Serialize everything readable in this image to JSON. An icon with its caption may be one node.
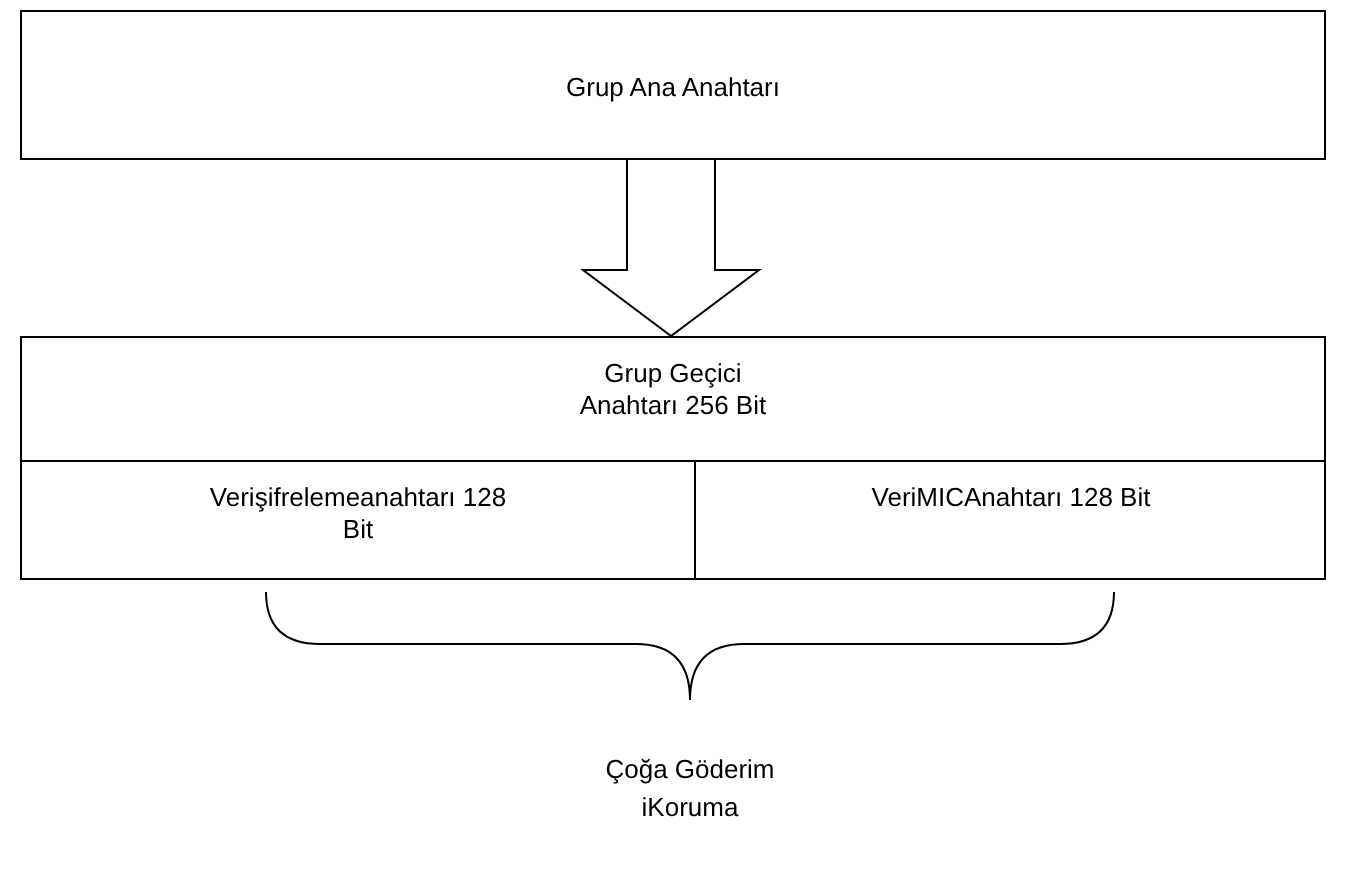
{
  "diagram": {
    "nodes": [
      {
        "text": [
          "Grup Ana Anahtarı"
        ]
      },
      {
        "text": [
          "Grup Geçici Anahtarı 256 Bit"
        ]
      },
      {
        "text": [
          "Verişifrelemeanahtarı 128 Bit"
        ],
        "in": 1
      },
      {
        "text": [
          "VeriMICAnahtarı 128 Bit"
        ],
        "in": 1
      }
    ],
    "edges": [
      {
        "from": 0,
        "to": 1,
        "arrow": "to",
        "style": "thick"
      }
    ],
    "labels": [
      "Çoğa Göderim iKoruma"
    ]
  }
}
